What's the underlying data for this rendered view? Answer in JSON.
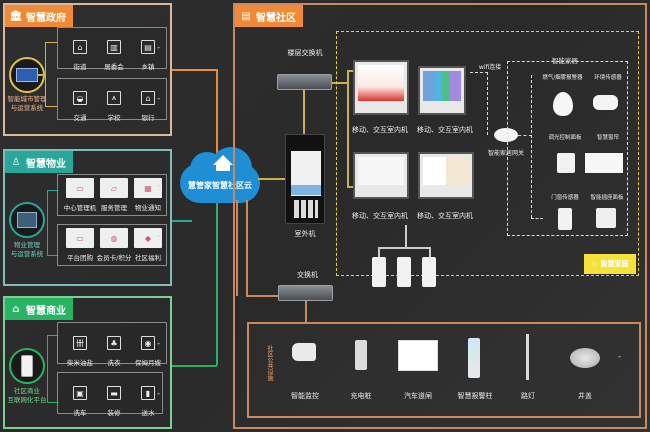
{
  "colors": {
    "gov": "#f08a34",
    "property": "#2aa79b",
    "commerce": "#27b463",
    "community": "#f08a34",
    "community_line": "#c98a5f",
    "home_dash": "#e4d14a",
    "home_tag": "#f4e23a",
    "cloud": "#1e8fd6",
    "switch_line": "#c9b24d"
  },
  "gov": {
    "title": "智慧政府",
    "icon": "bank-icon",
    "system_label_line1": "智能城市管理",
    "system_label_line2": "与运营系统",
    "row1": [
      {
        "label": "街道",
        "icon": "street-office-icon"
      },
      {
        "label": "居委会",
        "icon": "committee-building-icon"
      },
      {
        "label": "乡镇",
        "icon": "town-icon"
      }
    ],
    "row2": [
      {
        "label": "交通",
        "icon": "car-icon"
      },
      {
        "label": "学校",
        "icon": "school-icon"
      },
      {
        "label": "银行",
        "icon": "bank-branch-icon"
      }
    ],
    "more": "-"
  },
  "property": {
    "title": "智慧物业",
    "icon": "person-icon",
    "system_label_line1": "物业管理",
    "system_label_line2": "与运营系统",
    "row1": [
      {
        "label": "中心管理机",
        "icon": "computer-icon"
      },
      {
        "label": "服务管理",
        "icon": "service-cards-icon"
      },
      {
        "label": "物业通知",
        "icon": "notice-board-icon"
      }
    ],
    "row2": [
      {
        "label": "平台团购",
        "icon": "group-buy-icon"
      },
      {
        "label": "会员卡/积分",
        "icon": "member-card-icon"
      },
      {
        "label": "社区福利",
        "icon": "welfare-icon"
      }
    ],
    "more": "-"
  },
  "commerce": {
    "title": "智慧商业",
    "icon": "shop-icon",
    "system_label_line1": "社区商业",
    "system_label_line2": "互联网化平台",
    "row1": [
      {
        "label": "柴米油盐",
        "icon": "groceries-icon"
      },
      {
        "label": "洗衣",
        "icon": "laundry-icon"
      },
      {
        "label": "保姆月嫂",
        "icon": "location-pin-icon"
      }
    ],
    "row2": [
      {
        "label": "洗车",
        "icon": "car-wash-icon"
      },
      {
        "label": "装修",
        "icon": "renovation-icon"
      },
      {
        "label": "送水",
        "icon": "water-bottle-icon"
      }
    ],
    "more": "-"
  },
  "cloud": {
    "label": "慧管家智慧社区云",
    "icon": "house-roof-icon"
  },
  "community": {
    "title": "智慧社区",
    "icon": "document-icon",
    "floor_switch": "楼层交换机",
    "switch": "交换机",
    "outdoor_unit": "室外机",
    "indoor_units": [
      "移动、交互室内机",
      "移动、交互室内机",
      "移动、交互室内机",
      "移动、交互室内机"
    ],
    "wifi": "wifi连接",
    "gateway": "智能家居网关",
    "public_facilities_title": "社区公共设施",
    "facilities": [
      {
        "label": "智能监控",
        "icon": "camera-icon"
      },
      {
        "label": "充电桩",
        "icon": "charging-pile-icon"
      },
      {
        "label": "汽车道闸",
        "icon": "barrier-gate-icon"
      },
      {
        "label": "智慧报警柱",
        "icon": "alarm-pillar-icon"
      },
      {
        "label": "路灯",
        "icon": "street-lamp-icon"
      },
      {
        "label": "井盖",
        "icon": "manhole-cover-icon"
      }
    ],
    "facilities_more": "-"
  },
  "home": {
    "title": "智能家居",
    "tag": "智慧家庭",
    "tag_icon": "family-icon",
    "devices": [
      {
        "label": "燃气/烟雾报警器",
        "icon": "gas-smoke-alarm-icon"
      },
      {
        "label": "环境传感器",
        "icon": "environment-sensor-icon"
      },
      {
        "label": "调光控制面板",
        "icon": "dimmer-panel-icon"
      },
      {
        "label": "智慧窗帘",
        "icon": "smart-curtain-icon"
      },
      {
        "label": "门窗传感器",
        "icon": "door-sensor-icon"
      },
      {
        "label": "智能插座面板",
        "icon": "smart-socket-icon"
      }
    ]
  }
}
